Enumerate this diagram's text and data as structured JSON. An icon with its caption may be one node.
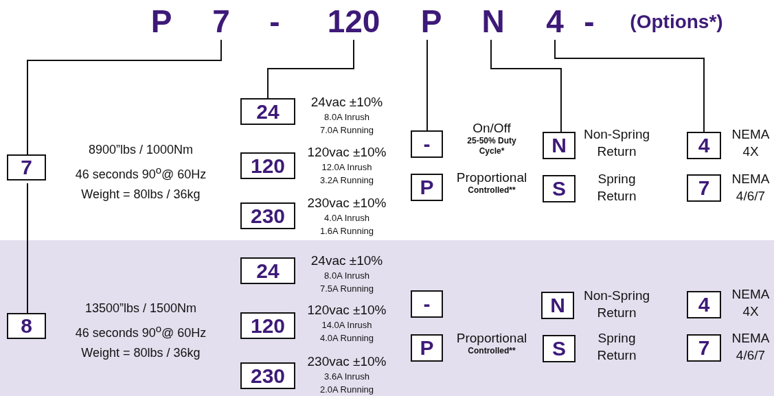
{
  "diagram": {
    "nodes": [
      {
        "text": [
          "7"
        ]
      },
      {
        "text": [
          "120"
        ]
      },
      {
        "text": [
          "P"
        ]
      },
      {
        "text": [
          "N"
        ]
      },
      {
        "text": [
          "4"
        ]
      },
      {
        "text": [
          "7"
        ],
        "beside": [
          "8900”lbs / 1000Nm",
          "46 seconds 90$^{o}$@ 60Hz",
          "Weight = 80lbs / 36kg"
        ]
      },
      {
        "text": [
          "24"
        ],
        "beside": [
          "24vac ±10%",
          "8.0A Inrush",
          "7.0A Running"
        ]
      },
      {
        "text": [
          "120"
        ],
        "beside": [
          "120vac ±10%",
          "12.0A Inrush",
          "3.2A Running"
        ]
      },
      {
        "text": [
          "230"
        ],
        "beside": [
          "230vac ±10%",
          "4.0A Inrush",
          "1.6A Running"
        ]
      },
      {
        "text": [
          "-"
        ],
        "beside": [
          "On/Off",
          "25-50% Duty Cycle*"
        ]
      },
      {
        "text": [
          "P"
        ],
        "beside": [
          "Proportional",
          "Controlled**"
        ]
      },
      {
        "text": [
          "N"
        ],
        "beside": [
          "Non-Spring Return"
        ]
      },
      {
        "text": [
          "S"
        ],
        "beside": [
          "Spring Return"
        ]
      },
      {
        "text": [
          "4"
        ],
        "beside": [
          "NEMA 4X"
        ]
      },
      {
        "text": [
          "7"
        ],
        "beside": [
          "NEMA 4/6/7"
        ]
      },
      {
        "text": [
          "8"
        ],
        "beside": [
          "13500”lbs / 1500Nm",
          "46 seconds 90$^{o}$@ 60Hz",
          "Weight = 80lbs / 36kg"
        ]
      },
      {
        "text": [
          "24"
        ],
        "beside": [
          "24vac ±10%",
          "8.0A Inrush",
          "7.5A Running"
        ]
      },
      {
        "text": [
          "120"
        ],
        "beside": [
          "120vac ±10%",
          "14.0A Inrush",
          "4.0A Running"
        ]
      },
      {
        "text": [
          "230"
        ],
        "beside": [
          "230vac ±10%",
          "3.6A Inrush",
          "2.0A Running"
        ]
      },
      {
        "text": [
          "-"
        ]
      },
      {
        "text": [
          "P"
        ],
        "beside": [
          "Proportional",
          "Controlled**"
        ]
      },
      {
        "text": [
          "N"
        ],
        "beside": [
          "Non-Spring Return"
        ]
      },
      {
        "text": [
          "S"
        ],
        "beside": [
          "Spring Return"
        ]
      },
      {
        "text": [
          "4"
        ],
        "beside": [
          "NEMA 4X"
        ]
      },
      {
        "text": [
          "7"
        ],
        "beside": [
          "NEMA 4/6/7"
        ]
      }
    ],
    "edges": [
      {
        "from": 0,
        "to": 5,
        "arrow": "none"
      },
      {
        "from": 1,
        "to": 6,
        "arrow": "none"
      },
      {
        "from": 2,
        "to": 9,
        "arrow": "none"
      },
      {
        "from": 3,
        "to": 11,
        "arrow": "none"
      },
      {
        "from": 4,
        "to": 13,
        "arrow": "none"
      },
      {
        "from": 5,
        "to": 15,
        "arrow": "none"
      }
    ],
    "labels": [
      "P",
      "-",
      "-",
      "(Options*)"
    ]
  }
}
